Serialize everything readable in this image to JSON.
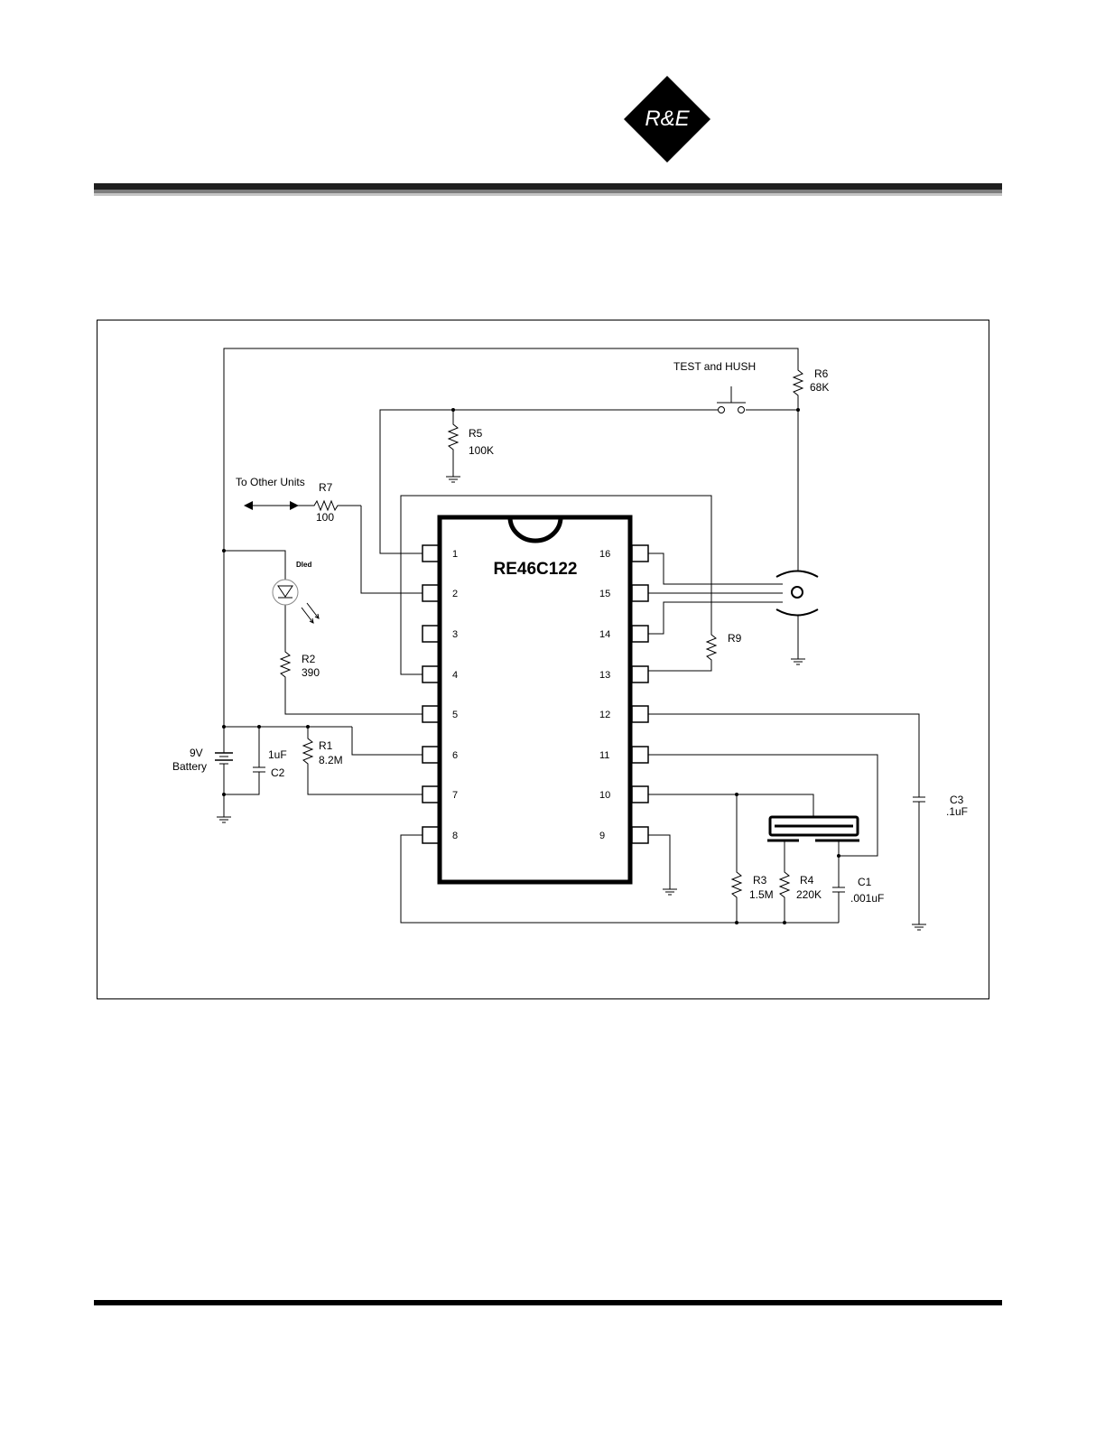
{
  "logo": {
    "text": "R&E"
  },
  "diagram": {
    "ic": {
      "name": "RE46C122",
      "pins_left": [
        "1",
        "2",
        "3",
        "4",
        "5",
        "6",
        "7",
        "8"
      ],
      "pins_right": [
        "16",
        "15",
        "14",
        "13",
        "12",
        "11",
        "10",
        "9"
      ]
    },
    "labels": {
      "test_hush": "TEST and HUSH",
      "r6": "R6",
      "r6_val": "68K",
      "r5": "R5",
      "r5_val": "100K",
      "to_other_units": "To Other Units",
      "r7": "R7",
      "r7_val": "100",
      "diode": "Dled",
      "r2": "R2",
      "r2_val": "390",
      "r9": "R9",
      "battery_v": "9V",
      "battery": "Battery",
      "c2_val": "1uF",
      "c2": "C2",
      "r1": "R1",
      "r1_val": "8.2M",
      "r3": "R3",
      "r3_val": "1.5M",
      "r4": "R4",
      "r4_val": "220K",
      "c1": "C1",
      "c1_val": ".001uF",
      "c3": "C3",
      "c3_val": ".1uF"
    }
  }
}
